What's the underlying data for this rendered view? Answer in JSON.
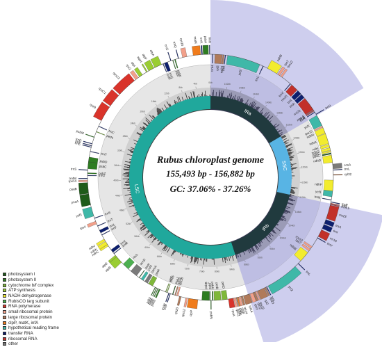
{
  "title": {
    "line1": "Rubus chloroplast genome",
    "line2": "155,493 bp - 156,882 bp",
    "line3": "GC: 37.06% - 37.26%"
  },
  "regions": [
    {
      "id": "LSC",
      "label": "LSC",
      "start": 0,
      "end": 86000,
      "color": "#20a89c"
    },
    {
      "id": "IRb",
      "label": "IRb",
      "start": 86000,
      "end": 112000,
      "color": "#203a3e"
    },
    {
      "id": "SSC",
      "label": "SSC",
      "start": 112000,
      "end": 130500,
      "color": "#58b4e4"
    },
    {
      "id": "IRa",
      "label": "IRa",
      "start": 130500,
      "end": 156500,
      "color": "#203a3e"
    }
  ],
  "genome_length": 156500,
  "ticks": [
    "0kb",
    "4kb",
    "8kb",
    "12kb",
    "16kb",
    "20kb",
    "24kb",
    "28kb",
    "32kb",
    "36kb",
    "40kb",
    "44kb",
    "48kb",
    "52kb",
    "56kb",
    "60kb",
    "64kb",
    "68kb",
    "72kb",
    "76kb",
    "80kb",
    "84kb",
    "88kb",
    "92kb",
    "96kb",
    "100kb",
    "104kb",
    "108kb",
    "112kb",
    "116kb",
    "120kb",
    "124kb",
    "128kb",
    "132kb",
    "136kb",
    "140kb",
    "144kb",
    "148kb",
    "152kb"
  ],
  "legend": [
    {
      "label": "photosystem I",
      "color": "#1f5b1a"
    },
    {
      "label": "photosystem II",
      "color": "#2e7d22"
    },
    {
      "label": "cytochrome b/f complex",
      "color": "#7fb83a"
    },
    {
      "label": "ATP synthesis",
      "color": "#9acd32"
    },
    {
      "label": "NADH dehydrogenase",
      "color": "#f2ec2e"
    },
    {
      "label": "RubisCO larg subunit",
      "color": "#4caf50"
    },
    {
      "label": "RNA polymerase",
      "color": "#d9342b"
    },
    {
      "label": "small ribosomal protein",
      "color": "#f2a08a"
    },
    {
      "label": "large ribosomal protein",
      "color": "#b07a5a"
    },
    {
      "label": "clpP, matK, infA",
      "color": "#f07c1c"
    },
    {
      "label": "hypothetical reading frame",
      "color": "#3fb8a8"
    },
    {
      "label": "transfer RNA",
      "color": "#0d1f6e"
    },
    {
      "label": "ribosomal RNA",
      "color": "#c2302a"
    },
    {
      "label": "other",
      "color": "#7a7a7a"
    }
  ],
  "genes": [
    {
      "name": "trnH",
      "cat": "transfer RNA",
      "pos": 100,
      "len": 80,
      "strand": "out"
    },
    {
      "name": "psbA",
      "cat": "photosystem II",
      "pos": 400,
      "len": 1060,
      "strand": "out"
    },
    {
      "name": "trnK",
      "cat": "transfer RNA",
      "pos": 1600,
      "len": 200,
      "strand": "out"
    },
    {
      "name": "matK",
      "cat": "clpP, matK, infA",
      "pos": 2000,
      "len": 1500,
      "strand": "out"
    },
    {
      "name": "rps16",
      "cat": "small ribosomal protein",
      "pos": 4800,
      "len": 900,
      "strand": "out"
    },
    {
      "name": "trnQ",
      "cat": "transfer RNA",
      "pos": 6500,
      "len": 80,
      "strand": "out"
    },
    {
      "name": "psbK",
      "cat": "photosystem II",
      "pos": 7200,
      "len": 180,
      "strand": "in"
    },
    {
      "name": "psbI",
      "cat": "photosystem II",
      "pos": 7700,
      "len": 120,
      "strand": "in"
    },
    {
      "name": "trnS",
      "cat": "transfer RNA",
      "pos": 8100,
      "len": 90,
      "strand": "out"
    },
    {
      "name": "trnG",
      "cat": "transfer RNA",
      "pos": 8900,
      "len": 700,
      "strand": "in"
    },
    {
      "name": "trnR",
      "cat": "transfer RNA",
      "pos": 9800,
      "len": 80,
      "strand": "in"
    },
    {
      "name": "atpA",
      "cat": "ATP synthesis",
      "pos": 10200,
      "len": 1500,
      "strand": "out"
    },
    {
      "name": "atpF",
      "cat": "ATP synthesis",
      "pos": 11900,
      "len": 1200,
      "strand": "out"
    },
    {
      "name": "atpH",
      "cat": "ATP synthesis",
      "pos": 13400,
      "len": 250,
      "strand": "out"
    },
    {
      "name": "atpI",
      "cat": "ATP synthesis",
      "pos": 14600,
      "len": 740,
      "strand": "out"
    },
    {
      "name": "rps2",
      "cat": "small ribosomal protein",
      "pos": 15600,
      "len": 700,
      "strand": "out"
    },
    {
      "name": "rpoC2",
      "cat": "RNA polymerase",
      "pos": 16600,
      "len": 4100,
      "strand": "out"
    },
    {
      "name": "rpoC1",
      "cat": "RNA polymerase",
      "pos": 21000,
      "len": 2700,
      "strand": "out"
    },
    {
      "name": "rpoB",
      "cat": "RNA polymerase",
      "pos": 24000,
      "len": 3200,
      "strand": "out"
    },
    {
      "name": "trnC",
      "cat": "transfer RNA",
      "pos": 28400,
      "len": 80,
      "strand": "in"
    },
    {
      "name": "petN",
      "cat": "cytochrome b/f complex",
      "pos": 29600,
      "len": 90,
      "strand": "in"
    },
    {
      "name": "psbM",
      "cat": "photosystem II",
      "pos": 30800,
      "len": 100,
      "strand": "out"
    },
    {
      "name": "trnD",
      "cat": "transfer RNA",
      "pos": 32200,
      "len": 80,
      "strand": "out"
    },
    {
      "name": "trnY",
      "cat": "transfer RNA",
      "pos": 32600,
      "len": 80,
      "strand": "out"
    },
    {
      "name": "trnE",
      "cat": "transfer RNA",
      "pos": 32900,
      "len": 80,
      "strand": "out"
    },
    {
      "name": "trnT",
      "cat": "transfer RNA",
      "pos": 33800,
      "len": 80,
      "strand": "in"
    },
    {
      "name": "psbD",
      "cat": "photosystem II",
      "pos": 35000,
      "len": 1060,
      "strand": "in"
    },
    {
      "name": "psbC",
      "cat": "photosystem II",
      "pos": 36000,
      "len": 1400,
      "strand": "in"
    },
    {
      "name": "trnS",
      "cat": "transfer RNA",
      "pos": 37600,
      "len": 90,
      "strand": "out"
    },
    {
      "name": "psbZ",
      "cat": "photosystem II",
      "pos": 38200,
      "len": 190,
      "strand": "in"
    },
    {
      "name": "trnG",
      "cat": "transfer RNA",
      "pos": 38700,
      "len": 70,
      "strand": "in"
    },
    {
      "name": "trnfM",
      "cat": "transfer RNA",
      "pos": 39300,
      "len": 70,
      "strand": "out"
    },
    {
      "name": "rps14",
      "cat": "small ribosomal protein",
      "pos": 39700,
      "len": 300,
      "strand": "out"
    },
    {
      "name": "psaB",
      "cat": "photosystem I",
      "pos": 40200,
      "len": 2200,
      "strand": "out"
    },
    {
      "name": "psaA",
      "cat": "photosystem I",
      "pos": 42500,
      "len": 2250,
      "strand": "out"
    },
    {
      "name": "ycf3",
      "cat": "hypothetical reading frame",
      "pos": 45200,
      "len": 1900,
      "strand": "out"
    },
    {
      "name": "trnS",
      "cat": "transfer RNA",
      "pos": 47500,
      "len": 90,
      "strand": "in"
    },
    {
      "name": "rps4",
      "cat": "small ribosomal protein",
      "pos": 48200,
      "len": 600,
      "strand": "out"
    },
    {
      "name": "trnT",
      "cat": "transfer RNA",
      "pos": 49200,
      "len": 80,
      "strand": "in"
    },
    {
      "name": "trnL",
      "cat": "transfer RNA",
      "pos": 50200,
      "len": 600,
      "strand": "in"
    },
    {
      "name": "trnF",
      "cat": "transfer RNA",
      "pos": 51200,
      "len": 80,
      "strand": "in"
    },
    {
      "name": "ndhJ",
      "cat": "NADH dehydrogenase",
      "pos": 52200,
      "len": 480,
      "strand": "out"
    },
    {
      "name": "ndhK",
      "cat": "NADH dehydrogenase",
      "pos": 52800,
      "len": 680,
      "strand": "out"
    },
    {
      "name": "ndhC",
      "cat": "NADH dehydrogenase",
      "pos": 53500,
      "len": 360,
      "strand": "out"
    },
    {
      "name": "trnV",
      "cat": "transfer RNA",
      "pos": 54800,
      "len": 650,
      "strand": "in"
    },
    {
      "name": "trnM",
      "cat": "transfer RNA",
      "pos": 55700,
      "len": 80,
      "strand": "in"
    },
    {
      "name": "atpE",
      "cat": "ATP synthesis",
      "pos": 56200,
      "len": 400,
      "strand": "out"
    },
    {
      "name": "atpB",
      "cat": "ATP synthesis",
      "pos": 56600,
      "len": 1500,
      "strand": "out"
    },
    {
      "name": "rbcL",
      "cat": "RubisCO larg subunit",
      "pos": 58600,
      "len": 1430,
      "strand": "in"
    },
    {
      "name": "accD",
      "cat": "other",
      "pos": 60700,
      "len": 1500,
      "strand": "in"
    },
    {
      "name": "psaI",
      "cat": "photosystem I",
      "pos": 62800,
      "len": 110,
      "strand": "in"
    },
    {
      "name": "ycf4",
      "cat": "hypothetical reading frame",
      "pos": 63300,
      "len": 560,
      "strand": "in"
    },
    {
      "name": "cemA",
      "cat": "other",
      "pos": 64200,
      "len": 690,
      "strand": "in"
    },
    {
      "name": "petA",
      "cat": "cytochrome b/f complex",
      "pos": 65100,
      "len": 960,
      "strand": "in"
    },
    {
      "name": "psbJ",
      "cat": "photosystem II",
      "pos": 66600,
      "len": 120,
      "strand": "out"
    },
    {
      "name": "psbL",
      "cat": "photosystem II",
      "pos": 66900,
      "len": 120,
      "strand": "out"
    },
    {
      "name": "psbF",
      "cat": "photosystem II",
      "pos": 67200,
      "len": 120,
      "strand": "out"
    },
    {
      "name": "psbE",
      "cat": "photosystem II",
      "pos": 67500,
      "len": 250,
      "strand": "out"
    },
    {
      "name": "petL",
      "cat": "cytochrome b/f complex",
      "pos": 68900,
      "len": 100,
      "strand": "in"
    },
    {
      "name": "petG",
      "cat": "cytochrome b/f complex",
      "pos": 69200,
      "len": 110,
      "strand": "in"
    },
    {
      "name": "trnW",
      "cat": "transfer RNA",
      "pos": 69600,
      "len": 80,
      "strand": "out"
    },
    {
      "name": "trnP",
      "cat": "transfer RNA",
      "pos": 69900,
      "len": 80,
      "strand": "out"
    },
    {
      "name": "psaJ",
      "cat": "photosystem I",
      "pos": 70400,
      "len": 140,
      "strand": "in"
    },
    {
      "name": "rpl33",
      "cat": "large ribosomal protein",
      "pos": 70900,
      "len": 200,
      "strand": "in"
    },
    {
      "name": "rps18",
      "cat": "small ribosomal protein",
      "pos": 71300,
      "len": 300,
      "strand": "in"
    },
    {
      "name": "rpl20",
      "cat": "large ribosomal protein",
      "pos": 71900,
      "len": 360,
      "strand": "out"
    },
    {
      "name": "rps12",
      "cat": "small ribosomal protein",
      "pos": 73200,
      "len": 400,
      "strand": "out"
    },
    {
      "name": "clpP",
      "cat": "clpP, matK, infA",
      "pos": 73800,
      "len": 1900,
      "strand": "out"
    },
    {
      "name": "psbB",
      "cat": "photosystem II",
      "pos": 76500,
      "len": 1530,
      "strand": "in"
    },
    {
      "name": "psbT",
      "cat": "photosystem II",
      "pos": 78100,
      "len": 100,
      "strand": "in"
    },
    {
      "name": "psbN",
      "cat": "photosystem II",
      "pos": 78300,
      "len": 130,
      "strand": "out"
    },
    {
      "name": "psbH",
      "cat": "photosystem II",
      "pos": 78600,
      "len": 220,
      "strand": "in"
    },
    {
      "name": "petB",
      "cat": "cytochrome b/f complex",
      "pos": 79000,
      "len": 1400,
      "strand": "in"
    },
    {
      "name": "petD",
      "cat": "cytochrome b/f complex",
      "pos": 80600,
      "len": 1100,
      "strand": "in"
    },
    {
      "name": "rpoA",
      "cat": "RNA polymerase",
      "pos": 81900,
      "len": 1000,
      "strand": "out"
    },
    {
      "name": "rps11",
      "cat": "small ribosomal protein",
      "pos": 83000,
      "len": 400,
      "strand": "out"
    },
    {
      "name": "rpl36",
      "cat": "large ribosomal protein",
      "pos": 83500,
      "len": 120,
      "strand": "out"
    },
    {
      "name": "infA",
      "cat": "clpP, matK, infA",
      "pos": 83700,
      "len": 230,
      "strand": "out"
    },
    {
      "name": "rps8",
      "cat": "small ribosomal protein",
      "pos": 84000,
      "len": 400,
      "strand": "out"
    },
    {
      "name": "rpl14",
      "cat": "large ribosomal protein",
      "pos": 84500,
      "len": 370,
      "strand": "out"
    },
    {
      "name": "rpl16",
      "cat": "large ribosomal protein",
      "pos": 85000,
      "len": 1300,
      "strand": "out"
    },
    {
      "name": "rps3",
      "cat": "small ribosomal protein",
      "pos": 86400,
      "len": 650,
      "strand": "out"
    },
    {
      "name": "rpl22",
      "cat": "large ribosomal protein",
      "pos": 87100,
      "len": 400,
      "strand": "out"
    },
    {
      "name": "rps19",
      "cat": "small ribosomal protein",
      "pos": 87600,
      "len": 280,
      "strand": "out"
    },
    {
      "name": "rpl2",
      "cat": "large ribosomal protein",
      "pos": 88000,
      "len": 1500,
      "strand": "out"
    },
    {
      "name": "rpl23",
      "cat": "large ribosomal protein",
      "pos": 89600,
      "len": 280,
      "strand": "out"
    },
    {
      "name": "trnI",
      "cat": "transfer RNA",
      "pos": 90000,
      "len": 80,
      "strand": "out"
    },
    {
      "name": "ycf2",
      "cat": "hypothetical reading frame",
      "pos": 90400,
      "len": 6800,
      "strand": "out"
    },
    {
      "name": "trnL",
      "cat": "transfer RNA",
      "pos": 98000,
      "len": 80,
      "strand": "out"
    },
    {
      "name": "ndhB",
      "cat": "NADH dehydrogenase",
      "pos": 98800,
      "len": 2200,
      "strand": "in"
    },
    {
      "name": "rps7",
      "cat": "small ribosomal protein",
      "pos": 101400,
      "len": 470,
      "strand": "in"
    },
    {
      "name": "rps12",
      "cat": "small ribosomal protein",
      "pos": 102100,
      "len": 400,
      "strand": "in"
    },
    {
      "name": "trnV",
      "cat": "transfer RNA",
      "pos": 104500,
      "len": 80,
      "strand": "out"
    },
    {
      "name": "rrn16",
      "cat": "ribosomal RNA",
      "pos": 104900,
      "len": 1500,
      "strand": "out"
    },
    {
      "name": "trnI",
      "cat": "transfer RNA",
      "pos": 106700,
      "len": 900,
      "strand": "out"
    },
    {
      "name": "trnA",
      "cat": "transfer RNA",
      "pos": 107800,
      "len": 850,
      "strand": "out"
    },
    {
      "name": "rrn23",
      "cat": "ribosomal RNA",
      "pos": 108900,
      "len": 2800,
      "strand": "out"
    },
    {
      "name": "rrn4.5",
      "cat": "ribosomal RNA",
      "pos": 111800,
      "len": 100,
      "strand": "out"
    },
    {
      "name": "rrn5",
      "cat": "ribosomal RNA",
      "pos": 112000,
      "len": 120,
      "strand": "out"
    },
    {
      "name": "trnR",
      "cat": "transfer RNA",
      "pos": 112300,
      "len": 80,
      "strand": "out"
    },
    {
      "name": "trnN",
      "cat": "transfer RNA",
      "pos": 112700,
      "len": 80,
      "strand": "in"
    },
    {
      "name": "ycf1",
      "cat": "hypothetical reading frame",
      "pos": 113400,
      "len": 1200,
      "strand": "in"
    },
    {
      "name": "ndhF",
      "cat": "NADH dehydrogenase",
      "pos": 114600,
      "len": 2200,
      "strand": "in"
    },
    {
      "name": "rpl32",
      "cat": "large ribosomal protein",
      "pos": 117800,
      "len": 170,
      "strand": "out"
    },
    {
      "name": "trnL",
      "cat": "transfer RNA",
      "pos": 118800,
      "len": 80,
      "strand": "out"
    },
    {
      "name": "ccsA",
      "cat": "other",
      "pos": 119100,
      "len": 960,
      "strand": "out"
    },
    {
      "name": "ndhD",
      "cat": "NADH dehydrogenase",
      "pos": 120400,
      "len": 1500,
      "strand": "in"
    },
    {
      "name": "psaC",
      "cat": "photosystem I",
      "pos": 122100,
      "len": 250,
      "strand": "in"
    },
    {
      "name": "ndhE",
      "cat": "NADH dehydrogenase",
      "pos": 122500,
      "len": 300,
      "strand": "in"
    },
    {
      "name": "ndhG",
      "cat": "NADH dehydrogenase",
      "pos": 122900,
      "len": 530,
      "strand": "in"
    },
    {
      "name": "ndhI",
      "cat": "NADH dehydrogenase",
      "pos": 123600,
      "len": 560,
      "strand": "in"
    },
    {
      "name": "ndhA",
      "cat": "NADH dehydrogenase",
      "pos": 124300,
      "len": 2100,
      "strand": "in"
    },
    {
      "name": "ndhH",
      "cat": "NADH dehydrogenase",
      "pos": 126500,
      "len": 1180,
      "strand": "in"
    },
    {
      "name": "rps15",
      "cat": "small ribosomal protein",
      "pos": 127800,
      "len": 270,
      "strand": "in"
    },
    {
      "name": "ycf1",
      "cat": "hypothetical reading frame",
      "pos": 128200,
      "len": 2300,
      "strand": "in"
    },
    {
      "name": "trnN",
      "cat": "transfer RNA",
      "pos": 130700,
      "len": 80,
      "strand": "out"
    },
    {
      "name": "trnR",
      "cat": "transfer RNA",
      "pos": 131200,
      "len": 80,
      "strand": "in"
    },
    {
      "name": "rrn5",
      "cat": "ribosomal RNA",
      "pos": 131500,
      "len": 120,
      "strand": "in"
    },
    {
      "name": "rrn4.5",
      "cat": "ribosomal RNA",
      "pos": 131700,
      "len": 100,
      "strand": "in"
    },
    {
      "name": "rrn23",
      "cat": "ribosomal RNA",
      "pos": 131900,
      "len": 2800,
      "strand": "in"
    },
    {
      "name": "trnA",
      "cat": "transfer RNA",
      "pos": 134900,
      "len": 850,
      "strand": "in"
    },
    {
      "name": "trnI",
      "cat": "transfer RNA",
      "pos": 135900,
      "len": 900,
      "strand": "in"
    },
    {
      "name": "rrn16",
      "cat": "ribosomal RNA",
      "pos": 137000,
      "len": 1500,
      "strand": "in"
    },
    {
      "name": "trnV",
      "cat": "transfer RNA",
      "pos": 138800,
      "len": 80,
      "strand": "in"
    },
    {
      "name": "rps12",
      "cat": "small ribosomal protein",
      "pos": 141000,
      "len": 400,
      "strand": "out"
    },
    {
      "name": "rps7",
      "cat": "small ribosomal protein",
      "pos": 141600,
      "len": 470,
      "strand": "out"
    },
    {
      "name": "ndhB",
      "cat": "NADH dehydrogenase",
      "pos": 142300,
      "len": 2200,
      "strand": "out"
    },
    {
      "name": "trnL",
      "cat": "transfer RNA",
      "pos": 145400,
      "len": 80,
      "strand": "in"
    },
    {
      "name": "ycf2",
      "cat": "hypothetical reading frame",
      "pos": 146200,
      "len": 6800,
      "strand": "in"
    },
    {
      "name": "trnI",
      "cat": "transfer RNA",
      "pos": 153400,
      "len": 80,
      "strand": "in"
    },
    {
      "name": "rpl23",
      "cat": "large ribosomal protein",
      "pos": 153700,
      "len": 280,
      "strand": "in"
    },
    {
      "name": "rpl2",
      "cat": "large ribosomal protein",
      "pos": 154100,
      "len": 1500,
      "strand": "in"
    },
    {
      "name": "trnH",
      "cat": "transfer RNA",
      "pos": 156000,
      "len": 80,
      "strand": "in"
    }
  ]
}
